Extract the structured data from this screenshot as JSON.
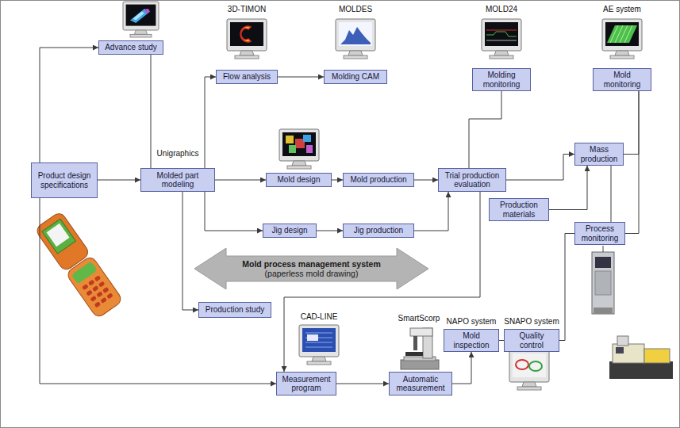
{
  "diagram": {
    "nodes": [
      {
        "text": [
          "Product design specifications"
        ]
      },
      {
        "text": [
          "Advance study"
        ]
      },
      {
        "text": [
          "Flow analysis"
        ]
      },
      {
        "text": [
          "Molding CAM"
        ]
      },
      {
        "text": [
          "Molding monitoring"
        ]
      },
      {
        "text": [
          "Mold monitoring"
        ]
      },
      {
        "text": [
          "Molded part modeling"
        ]
      },
      {
        "text": [
          "Mold design"
        ]
      },
      {
        "text": [
          "Mold production"
        ]
      },
      {
        "text": [
          "Trial production evaluation"
        ]
      },
      {
        "text": [
          "Mass production"
        ]
      },
      {
        "text": [
          "Production materials"
        ]
      },
      {
        "text": [
          "Jig design"
        ]
      },
      {
        "text": [
          "Jig production"
        ]
      },
      {
        "text": [
          "Process monitoring"
        ]
      },
      {
        "text": [
          "Mold process management system",
          "(paperless mold drawing)"
        ]
      },
      {
        "text": [
          "Production study"
        ]
      },
      {
        "text": [
          "Measurement program"
        ]
      },
      {
        "text": [
          "Automatic measurement"
        ]
      },
      {
        "text": [
          "Mold inspection"
        ]
      },
      {
        "text": [
          "Quality control"
        ]
      }
    ],
    "edges": [
      {
        "from": 0,
        "to": 1,
        "arrow": "to"
      },
      {
        "from": 0,
        "to": 6,
        "arrow": "to"
      },
      {
        "from": 0,
        "to": 17,
        "arrow": "to"
      },
      {
        "from": 1,
        "to": 6,
        "arrow": "none"
      },
      {
        "from": 6,
        "to": 2,
        "arrow": "to"
      },
      {
        "from": 2,
        "to": 3,
        "arrow": "to"
      },
      {
        "from": 6,
        "to": 7,
        "arrow": "to"
      },
      {
        "from": 7,
        "to": 8,
        "arrow": "to"
      },
      {
        "from": 8,
        "to": 9,
        "arrow": "to"
      },
      {
        "from": 6,
        "to": 12,
        "arrow": "to"
      },
      {
        "from": 12,
        "to": 13,
        "arrow": "to"
      },
      {
        "from": 13,
        "to": 9,
        "arrow": "to"
      },
      {
        "from": 6,
        "to": 16,
        "arrow": "to"
      },
      {
        "from": 4,
        "to": 9,
        "arrow": "none"
      },
      {
        "from": 9,
        "to": 10,
        "arrow": "to"
      },
      {
        "from": 11,
        "to": 10,
        "arrow": "to"
      },
      {
        "from": 14,
        "to": 10,
        "arrow": "none"
      },
      {
        "from": 5,
        "to": 10,
        "arrow": "none"
      },
      {
        "from": 5,
        "to": 14,
        "arrow": "none"
      },
      {
        "from": 9,
        "to": 17,
        "arrow": "to"
      },
      {
        "from": 17,
        "to": 18,
        "arrow": "to"
      },
      {
        "from": 18,
        "to": 19,
        "arrow": "to"
      },
      {
        "from": 19,
        "to": 20,
        "arrow": "none"
      },
      {
        "from": 20,
        "to": 14,
        "arrow": "none"
      }
    ],
    "labels": [
      "3D-TIMON",
      "MOLDES",
      "MOLD24",
      "AE system",
      "Unigraphics",
      "CAD-LINE",
      "SmartScorp",
      "NAPO system",
      "SNAPO system"
    ]
  }
}
